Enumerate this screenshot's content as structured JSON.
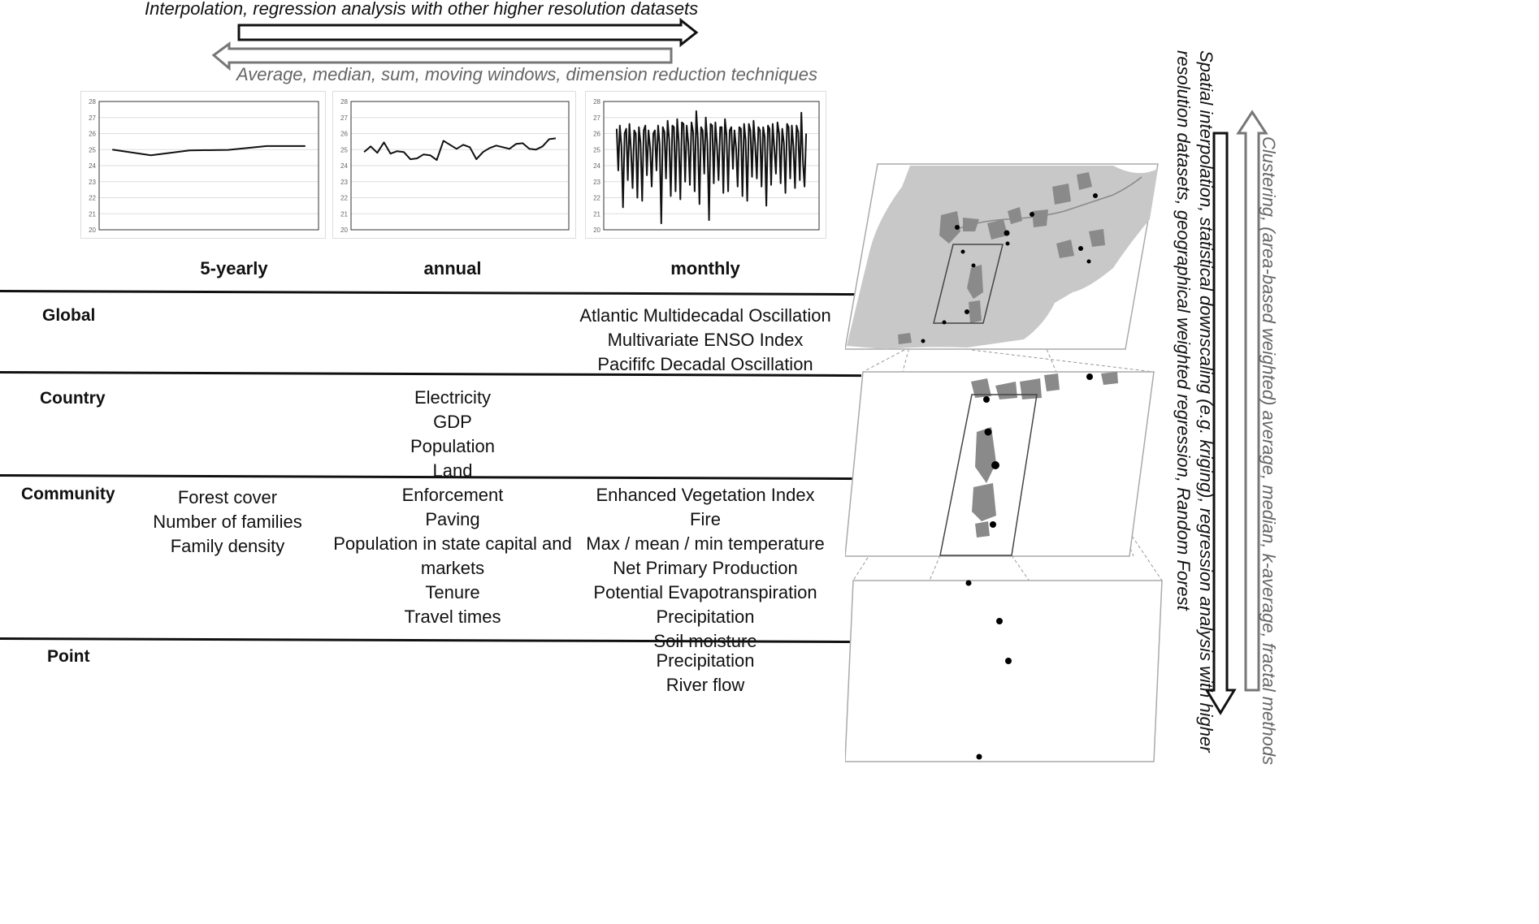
{
  "top_arrows": {
    "right_label": "Interpolation, regression analysis with other higher resolution datasets",
    "left_label": "Average, median, sum, moving windows, dimension reduction techniques"
  },
  "side_arrows": {
    "down_label_line1": "Spatial interpolation, statistical downscaling (e.g. kriging), regression analysis with higher",
    "down_label_line2": "resolution datasets, geographical weighted regression, Random Forest",
    "up_label": "Clustering, (area-based weighted) average, median, k-average, fractal methods"
  },
  "columns": [
    "5-yearly",
    "annual",
    "monthly"
  ],
  "rows": [
    {
      "label": "Global",
      "cells": [
        [],
        [],
        [
          "Atlantic Multidecadal Oscillation",
          "Multivariate ENSO Index",
          "Pacififc Decadal Oscillation"
        ]
      ]
    },
    {
      "label": "Country",
      "cells": [
        [],
        [
          "Electricity",
          "GDP",
          "Population",
          "Land"
        ],
        []
      ]
    },
    {
      "label": "Community",
      "cells": [
        [
          "Forest cover",
          "Number of families",
          "Family density"
        ],
        [
          "Enforcement",
          "Paving",
          "Population in state capital and",
          "markets",
          "Tenure",
          "Travel times"
        ],
        [
          "Enhanced Vegetation Index",
          "Fire",
          "Max / mean / min temperature",
          "Net Primary Production",
          "Potential Evapotranspiration",
          "Precipitation",
          "Soil moisture"
        ]
      ]
    },
    {
      "label": "Point",
      "cells": [
        [],
        [],
        [
          "Precipitation",
          "River flow"
        ]
      ]
    }
  ],
  "chart_data": [
    {
      "type": "line",
      "ylim": [
        20,
        28
      ],
      "yticks": [
        "20",
        "21",
        "22",
        "23",
        "24",
        "25",
        "26",
        "27",
        "28"
      ],
      "x": [
        0,
        1,
        2,
        3,
        4,
        5
      ],
      "values": [
        25.0,
        24.65,
        24.95,
        24.98,
        25.22,
        25.22
      ]
    },
    {
      "type": "line",
      "ylim": [
        20,
        28
      ],
      "yticks": [
        "20",
        "21",
        "22",
        "23",
        "24",
        "25",
        "26",
        "27",
        "28"
      ],
      "x": [
        0,
        1,
        2,
        3,
        4,
        5,
        6,
        7,
        8,
        9,
        10,
        11,
        12,
        13,
        14,
        15,
        16,
        17,
        18,
        19,
        20,
        21,
        22,
        23,
        24,
        25,
        26,
        27,
        28,
        29
      ],
      "values": [
        24.85,
        25.2,
        24.8,
        25.45,
        24.75,
        24.9,
        24.85,
        24.4,
        24.45,
        24.7,
        24.65,
        24.35,
        25.55,
        25.3,
        25.05,
        25.3,
        25.15,
        24.4,
        24.85,
        25.1,
        25.25,
        25.15,
        25.05,
        25.35,
        25.4,
        25.05,
        25.0,
        25.2,
        25.65,
        25.7
      ]
    },
    {
      "type": "line",
      "ylim": [
        20,
        28
      ],
      "yticks": [
        "20",
        "21",
        "22",
        "23",
        "24",
        "25",
        "26",
        "27",
        "28"
      ],
      "x": [
        0,
        1,
        2,
        3,
        4,
        5,
        6,
        7,
        8,
        9,
        10,
        11,
        12,
        13,
        14,
        15,
        16,
        17,
        18,
        19,
        20,
        21,
        22,
        23,
        24,
        25,
        26,
        27,
        28,
        29,
        30,
        31,
        32,
        33,
        34,
        35,
        36,
        37,
        38,
        39,
        40,
        41,
        42,
        43,
        44,
        45,
        46,
        47,
        48,
        49,
        50,
        51,
        52,
        53,
        54,
        55,
        56,
        57,
        58,
        59,
        60,
        61,
        62,
        63,
        64,
        65,
        66,
        67,
        68,
        69,
        70,
        71,
        72,
        73,
        74,
        75,
        76,
        77,
        78,
        79,
        80,
        81,
        82,
        83,
        84,
        85,
        86,
        87,
        88,
        89,
        90,
        91,
        92,
        93,
        94,
        95,
        96,
        97,
        98,
        99,
        100,
        101,
        102,
        103,
        104,
        105,
        106,
        107,
        108,
        109,
        110,
        111,
        112,
        113,
        114,
        115,
        116,
        117,
        118,
        119
      ],
      "values": [
        26.3,
        23.7,
        26.5,
        25.2,
        21.4,
        26.0,
        26.3,
        23.1,
        26.6,
        25.0,
        22.6,
        26.2,
        26.0,
        22.0,
        26.4,
        25.4,
        21.8,
        26.2,
        26.5,
        23.4,
        26.2,
        25.1,
        22.7,
        26.0,
        26.2,
        23.7,
        26.5,
        25.3,
        20.4,
        26.4,
        26.1,
        23.2,
        26.8,
        25.6,
        22.1,
        26.5,
        26.4,
        22.4,
        26.9,
        25.5,
        21.9,
        26.7,
        26.6,
        23.0,
        26.5,
        25.4,
        22.8,
        26.7,
        26.1,
        22.4,
        27.4,
        25.7,
        21.6,
        26.4,
        26.2,
        23.5,
        27.0,
        25.4,
        20.6,
        26.6,
        26.5,
        22.9,
        26.7,
        25.2,
        23.1,
        26.4,
        26.4,
        22.3,
        26.9,
        25.9,
        22.4,
        26.2,
        26.4,
        23.8,
        26.2,
        25.1,
        22.7,
        26.4,
        26.3,
        22.1,
        26.6,
        25.6,
        21.8,
        26.6,
        26.2,
        23.3,
        26.8,
        25.3,
        23.2,
        26.4,
        26.2,
        22.7,
        26.4,
        25.8,
        21.5,
        26.5,
        26.3,
        22.8,
        26.6,
        25.1,
        23.5,
        26.7,
        26.0,
        22.9,
        26.3,
        25.4,
        22.3,
        26.6,
        26.4,
        23.2,
        26.5,
        25.2,
        22.6,
        26.5,
        26.1,
        23.1,
        27.3,
        24.2,
        22.7,
        26.0
      ]
    }
  ]
}
